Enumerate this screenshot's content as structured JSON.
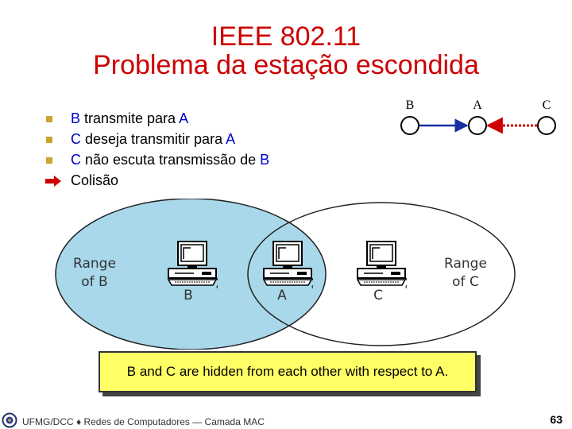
{
  "title": {
    "line1": "IEEE 802.11",
    "line2": "Problema da estação escondida"
  },
  "bullets": [
    {
      "marker": "square",
      "parts": [
        {
          "text": "B",
          "hl": true
        },
        {
          "text": " transmite para "
        },
        {
          "text": "A",
          "hl": true
        }
      ]
    },
    {
      "marker": "square",
      "parts": [
        {
          "text": "C",
          "hl": true
        },
        {
          "text": " deseja transmitir para "
        },
        {
          "text": "A",
          "hl": true
        }
      ]
    },
    {
      "marker": "square",
      "parts": [
        {
          "text": "C",
          "hl": true
        },
        {
          "text": " não escuta transmissão de "
        },
        {
          "text": "B",
          "hl": true
        }
      ]
    },
    {
      "marker": "arrow",
      "parts": [
        {
          "text": "Colisão"
        }
      ]
    }
  ],
  "schematic": {
    "nodes": [
      {
        "id": "B",
        "label": "B"
      },
      {
        "id": "A",
        "label": "A"
      },
      {
        "id": "C",
        "label": "C"
      }
    ],
    "colors": {
      "b_to_a": "#1a2fa0",
      "c_to_a": "#cc0000"
    }
  },
  "diagram": {
    "range_b": {
      "line1": "Range",
      "line2": "of B"
    },
    "range_c": {
      "line1": "Range",
      "line2": "of C"
    },
    "stations": [
      {
        "id": "B",
        "label": "B"
      },
      {
        "id": "A",
        "label": "A"
      },
      {
        "id": "C",
        "label": "C"
      }
    ],
    "range_b_fill": "#a8d8ea"
  },
  "caption": "B and C are hidden from each other with respect to A.",
  "footer": {
    "text": "UFMG/DCC ♦ Redes de Computadores — Camada MAC",
    "page_number": "63"
  }
}
